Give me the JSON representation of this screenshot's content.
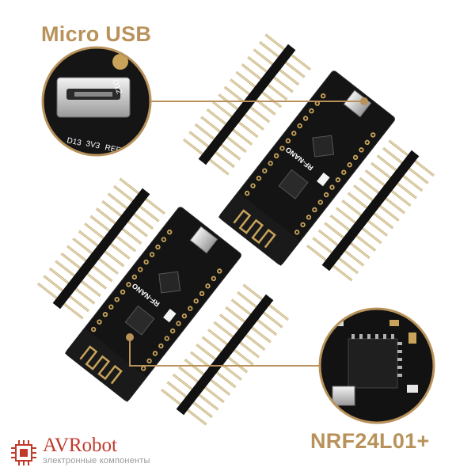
{
  "callouts": {
    "usb_label": "Micro USB",
    "nrf_label": "NRF24L01+"
  },
  "board": {
    "silk_label": "RF-NANO",
    "zoom_usb_pins": [
      "D13",
      "3V3",
      "REF",
      "D12"
    ]
  },
  "logo": {
    "name": "AVRobot",
    "tagline": "электронные компоненты"
  },
  "colors": {
    "accent": "#b8925a",
    "pcb": "#141414",
    "pin": "#d9c79a",
    "brand": "#c0392b"
  }
}
